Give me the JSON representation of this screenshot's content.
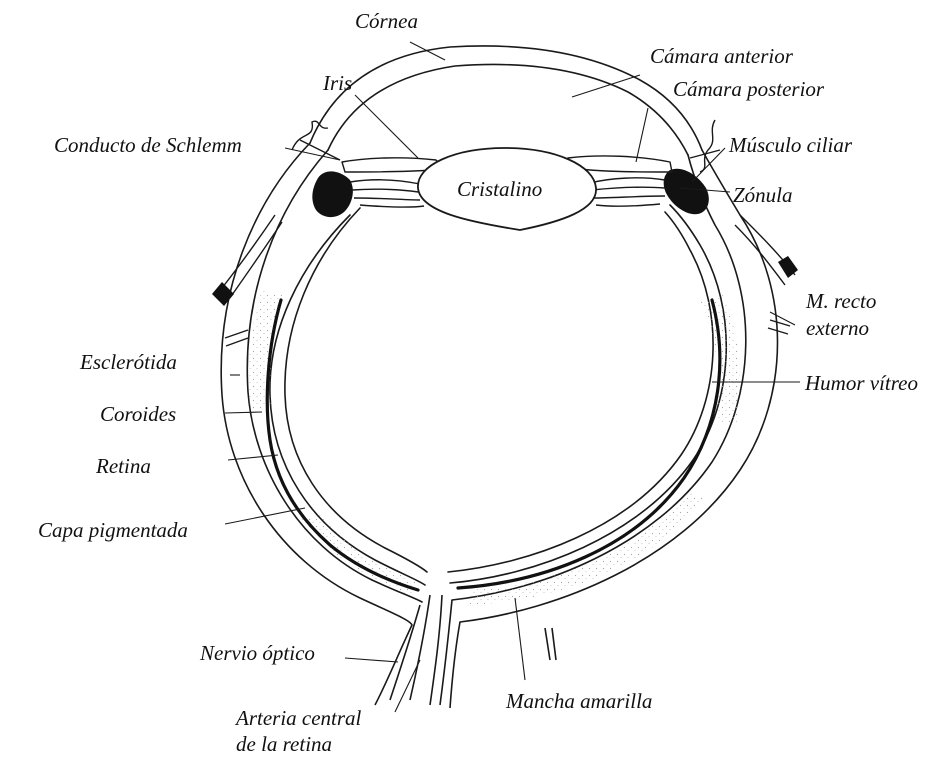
{
  "labels": {
    "cornea": "Córnea",
    "camara_anterior": "Cámara anterior",
    "iris": "Iris",
    "camara_posterior": "Cámara posterior",
    "conducto_schlemm": "Conducto de Schlemm",
    "musculo_ciliar": "Músculo ciliar",
    "cristalino": "Cristalino",
    "zonula": "Zónula",
    "m_recto_line1": "M. recto",
    "m_recto_line2": "externo",
    "esclerotida": "Esclerótida",
    "humor_vitreo": "Humor vítreo",
    "coroides": "Coroides",
    "retina": "Retina",
    "capa_pigmentada": "Capa pigmentada",
    "nervio_optico": "Nervio óptico",
    "mancha_amarilla": "Mancha amarilla",
    "arteria_line1": "Arteria central",
    "arteria_line2": "de la retina"
  },
  "colors": {
    "line": "#1a1a1a",
    "pigment": "#111111",
    "dots": "#9a9a9a"
  }
}
